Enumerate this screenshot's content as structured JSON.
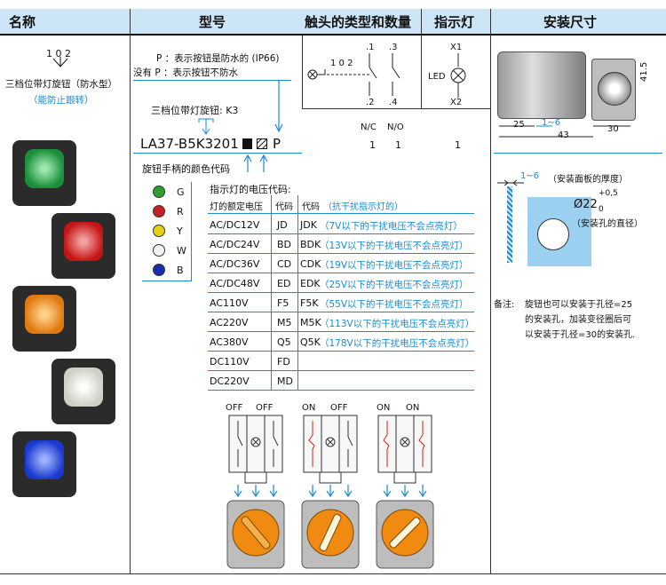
{
  "headers": {
    "name": "名称",
    "model": "型号",
    "contact": "触头的类型和数量",
    "indicator": "指示灯",
    "dims": "安装尺寸"
  },
  "product": {
    "positions": "1  0  2",
    "title": "三档位带灯旋钮（防水型）",
    "subtitle": "（能防止跟转）"
  },
  "model": {
    "p_line1": "P ：表示按钮是防水的 (IP66)",
    "p_line2": "没有 P ：表示按钮不防水",
    "k3_label": "三档位带灯旋钮: K3",
    "code": "LA37-B5K3201",
    "p_suffix": "P",
    "handle_color_label": "旋钮手柄的颜色代码",
    "colors": [
      {
        "code": "G",
        "color": "#2e9e2e"
      },
      {
        "code": "R",
        "color": "#c62020"
      },
      {
        "code": "Y",
        "color": "#e8d010"
      },
      {
        "code": "W",
        "color": "#f2f2f2"
      },
      {
        "code": "B",
        "color": "#1a2fb0"
      }
    ]
  },
  "voltage": {
    "title": "指示灯的电压代码:",
    "headers": [
      "灯的额定电压",
      "代码",
      "代码",
      "（抗干扰指示灯的）"
    ],
    "rows": [
      {
        "v": "AC/DC12V",
        "c": "JD",
        "c2": "JDK",
        "note": "（7V以下的干扰电压不会点亮灯）"
      },
      {
        "v": "AC/DC24V",
        "c": "BD",
        "c2": "BDK",
        "note": "（13V以下的干扰电压不会点亮灯）"
      },
      {
        "v": "AC/DC36V",
        "c": "CD",
        "c2": "CDK",
        "note": "（19V以下的干扰电压不会点亮灯）"
      },
      {
        "v": "AC/DC48V",
        "c": "ED",
        "c2": "EDK",
        "note": "（25V以下的干扰电压不会点亮灯）"
      },
      {
        "v": "AC110V",
        "c": "F5",
        "c2": "F5K",
        "note": "（55V以下的干扰电压不会点亮灯）"
      },
      {
        "v": "AC220V",
        "c": "M5",
        "c2": "M5K",
        "note": "（113V以下的干扰电压不会点亮灯）"
      },
      {
        "v": "AC380V",
        "c": "Q5",
        "c2": "Q5K",
        "note": "（178V以下的干扰电压不会点亮灯）"
      },
      {
        "v": "DC110V",
        "c": "FD",
        "c2": "",
        "note": ""
      },
      {
        "v": "DC220V",
        "c": "MD",
        "c2": "",
        "note": ""
      }
    ]
  },
  "contact": {
    "diagram_labels": {
      "positions": "1 0 2",
      "t1": ".1",
      "t3": ".3",
      "t2": ".2",
      "t4": ".4"
    },
    "nc": "N/C",
    "no": "N/O",
    "nc_qty": "1",
    "no_qty": "1"
  },
  "indicator": {
    "x1": "X1",
    "led": "LED",
    "x2": "X2",
    "qty": "1"
  },
  "states": [
    {
      "left": "OFF",
      "right": "OFF"
    },
    {
      "left": "ON",
      "right": "OFF"
    },
    {
      "left": "ON",
      "right": "ON"
    }
  ],
  "dims": {
    "d25": "25",
    "d1_6": "1~6",
    "d43": "43",
    "d30": "30",
    "d41_5": "41.5",
    "panel": "1~6",
    "panel_note": "（安装面板的厚度）",
    "hole": "Ø22",
    "tol_plus": "+0,5",
    "tol_zero": "0",
    "hole_note": "（安装孔的直径）",
    "remark_label": "备注:",
    "remark": [
      "旋钮也可以安装于孔径=25",
      "的安装孔，加装变径圈后可",
      "以安装于孔径=30的安装孔."
    ]
  }
}
